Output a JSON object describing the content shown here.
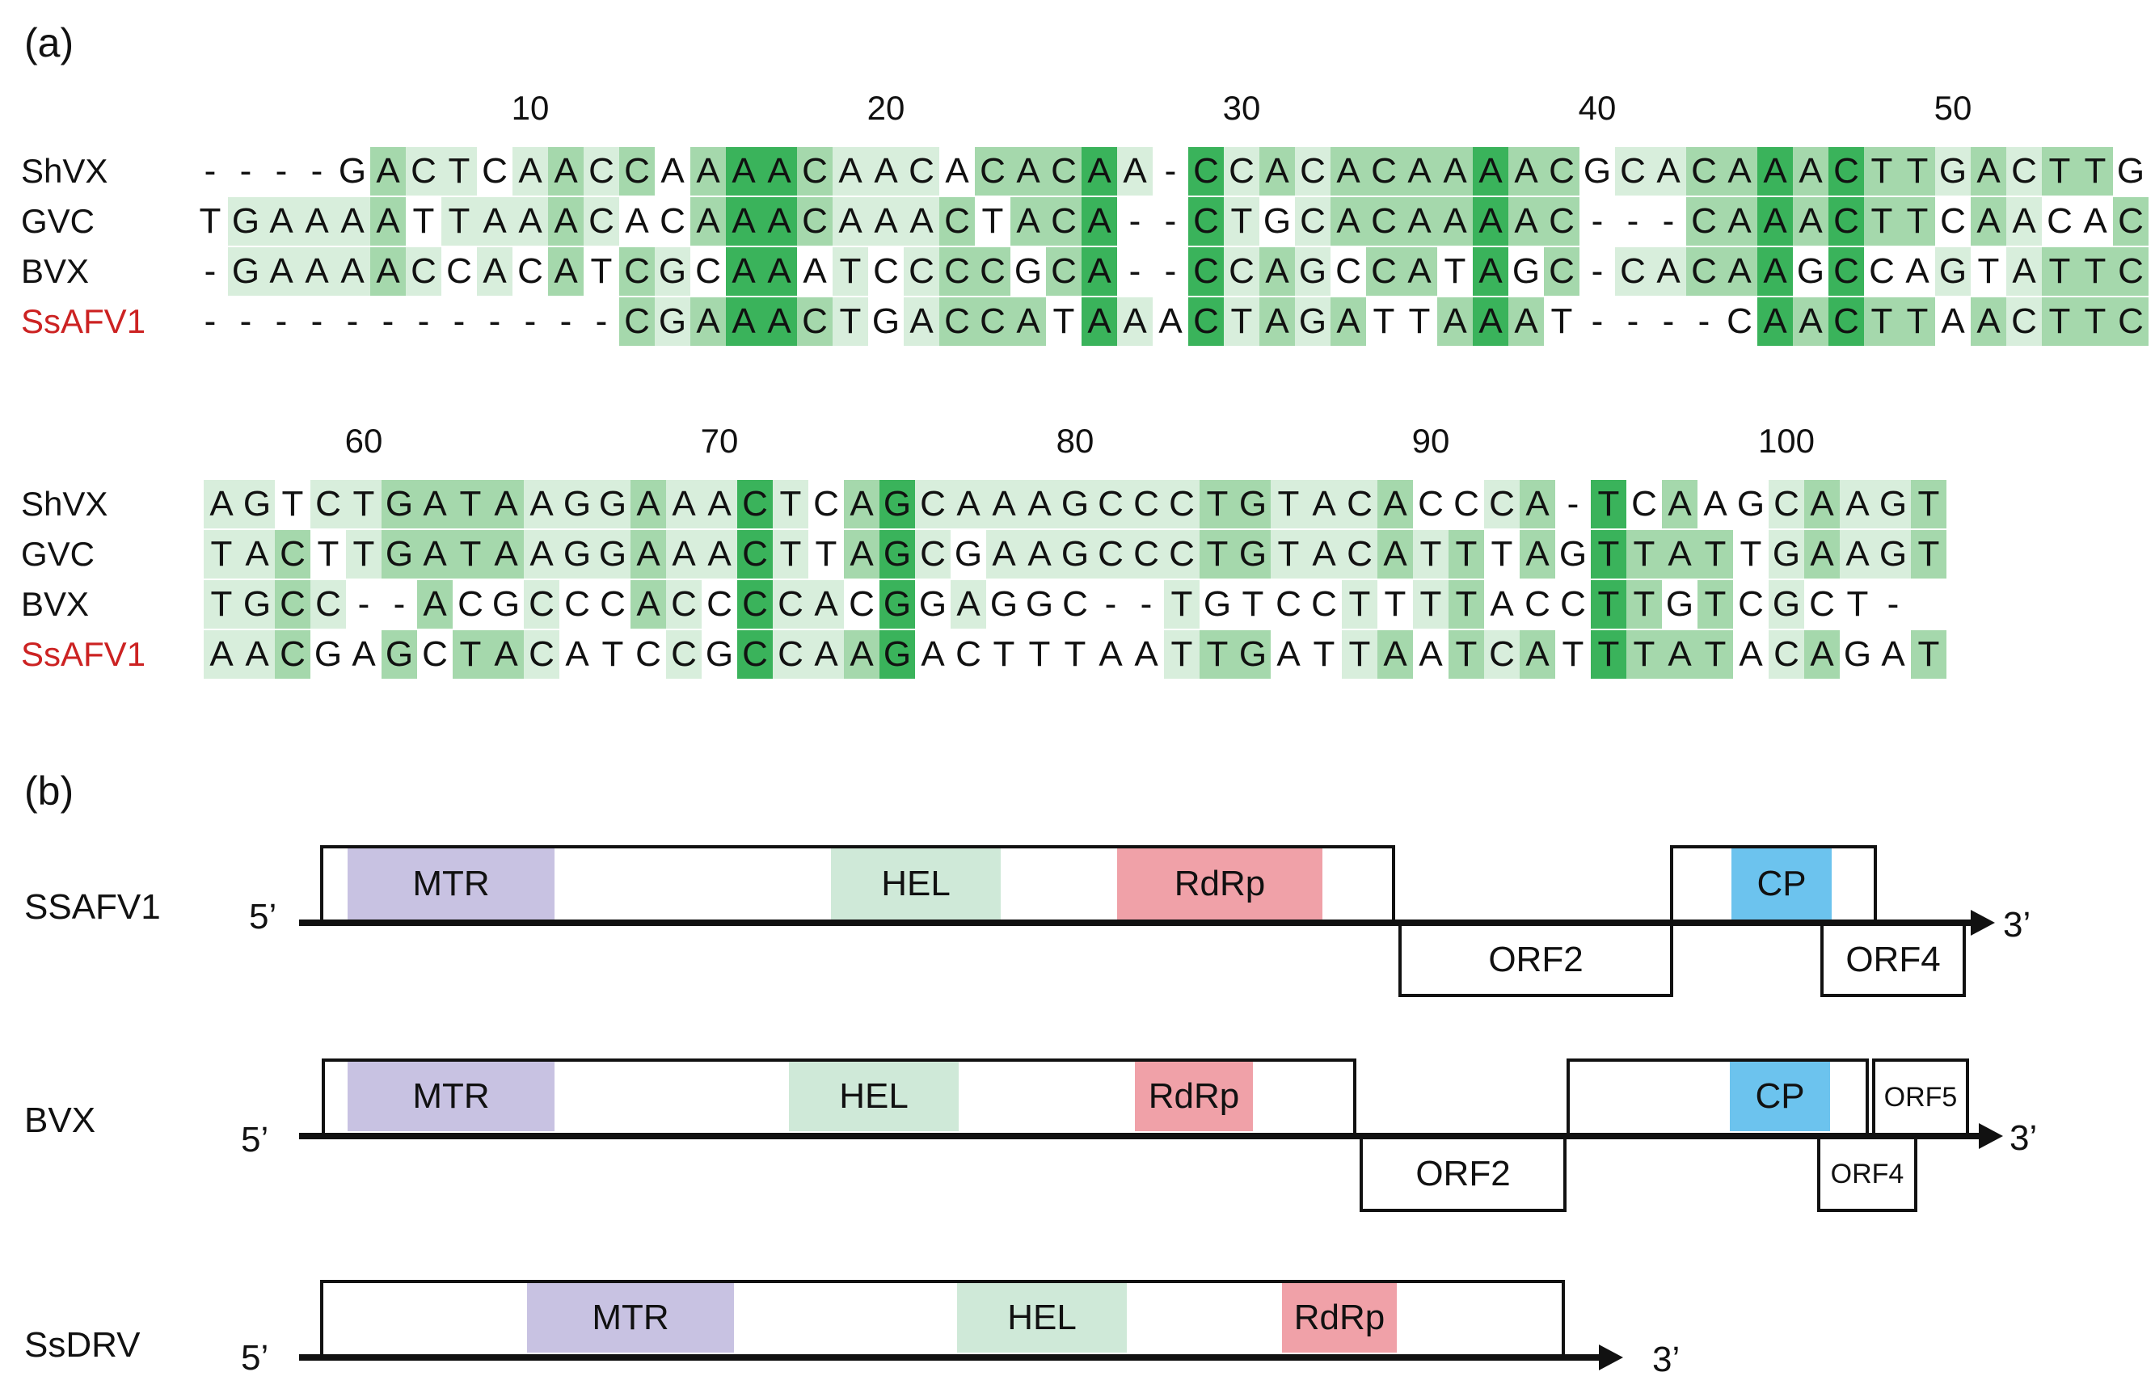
{
  "panel_a_label": "(a)",
  "panel_b_label": "(b)",
  "alignment": {
    "blocks": [
      {
        "ticks": [
          {
            "pos": 10,
            "label": "10"
          },
          {
            "pos": 20,
            "label": "20"
          },
          {
            "pos": 30,
            "label": "30"
          },
          {
            "pos": 40,
            "label": "40"
          },
          {
            "pos": 50,
            "label": "50"
          }
        ],
        "rows": [
          {
            "name": "ShVX",
            "red": false,
            "seq": "----GACTCAACCAAAACAACACACAA-CCACACAAAACGCACAAACTTGACTTG"
          },
          {
            "name": "GVC",
            "red": false,
            "seq": "TGAAAATTAAACACAAACAAACTACA--CTGCACAAAAC---CAAACTTCAACAC"
          },
          {
            "name": "BVX",
            "red": false,
            "seq": "-GAAAACCACATCGCAAATCCCCGCA--CCAGCCATAGC-CACAAGCCAGTATTC"
          },
          {
            "name": "SsAFV1",
            "red": true,
            "seq": "------------CGAAACTGACCATAAACTAGATTAAAT----CAACTTAACTTC"
          }
        ]
      },
      {
        "ticks": [
          {
            "pos": 60,
            "label": "60"
          },
          {
            "pos": 70,
            "label": "70"
          },
          {
            "pos": 80,
            "label": "80"
          },
          {
            "pos": 90,
            "label": "90"
          },
          {
            "pos": 100,
            "label": "100"
          }
        ],
        "rows": [
          {
            "name": "ShVX",
            "red": false,
            "seq": "AGTCTGATAAGGAAACTCAGCAAAGCCCTGTACACCCA-TCAAGCAAGT"
          },
          {
            "name": "GVC",
            "red": false,
            "seq": "TACTTGATAAGGAAACTTAGCGAAGCCCTGTACATTTAGTTATTGAAGT"
          },
          {
            "name": "BVX",
            "red": false,
            "seq": "TGCC--ACGCCCACCCCACGGAGGC--TGTCCTTTTACCTTGTCGCT-"
          },
          {
            "name": "SsAFV1",
            "red": true,
            "seq": "AACGAGCTACATCCGCCAAGACTTTAATTGATTAATCATTTATACAGAT"
          }
        ]
      }
    ]
  },
  "genomes": [
    {
      "name": "SSAFV1",
      "five": "5’",
      "three": "3’",
      "domains": [
        {
          "label": "MTR",
          "type": "mtr"
        },
        {
          "label": "HEL",
          "type": "hel"
        },
        {
          "label": "RdRp",
          "type": "rdrp"
        },
        {
          "label": "CP",
          "type": "cp"
        }
      ],
      "orfs": [
        "ORF2",
        "ORF4"
      ]
    },
    {
      "name": "BVX",
      "five": "5’",
      "three": "3’",
      "domains": [
        {
          "label": "MTR",
          "type": "mtr"
        },
        {
          "label": "HEL",
          "type": "hel"
        },
        {
          "label": "RdRp",
          "type": "rdrp"
        },
        {
          "label": "CP",
          "type": "cp"
        }
      ],
      "orfs": [
        "ORF2",
        "ORF4",
        "ORF5"
      ]
    },
    {
      "name": "SsDRV",
      "five": "5’",
      "three": "3’",
      "domains": [
        {
          "label": "MTR",
          "type": "mtr"
        },
        {
          "label": "HEL",
          "type": "hel"
        },
        {
          "label": "RdRp",
          "type": "rdrp"
        }
      ],
      "orfs": []
    }
  ],
  "colors": {
    "conservation_low": "#d8eedc",
    "conservation_mid": "#a5d8ac",
    "conservation_high": "#3ab35b",
    "mtr": "#c8c2e2",
    "hel": "#cfe9d8",
    "rdrp": "#f0a1a8",
    "cp": "#6cc3ee",
    "species_highlight": "#cc2222"
  }
}
